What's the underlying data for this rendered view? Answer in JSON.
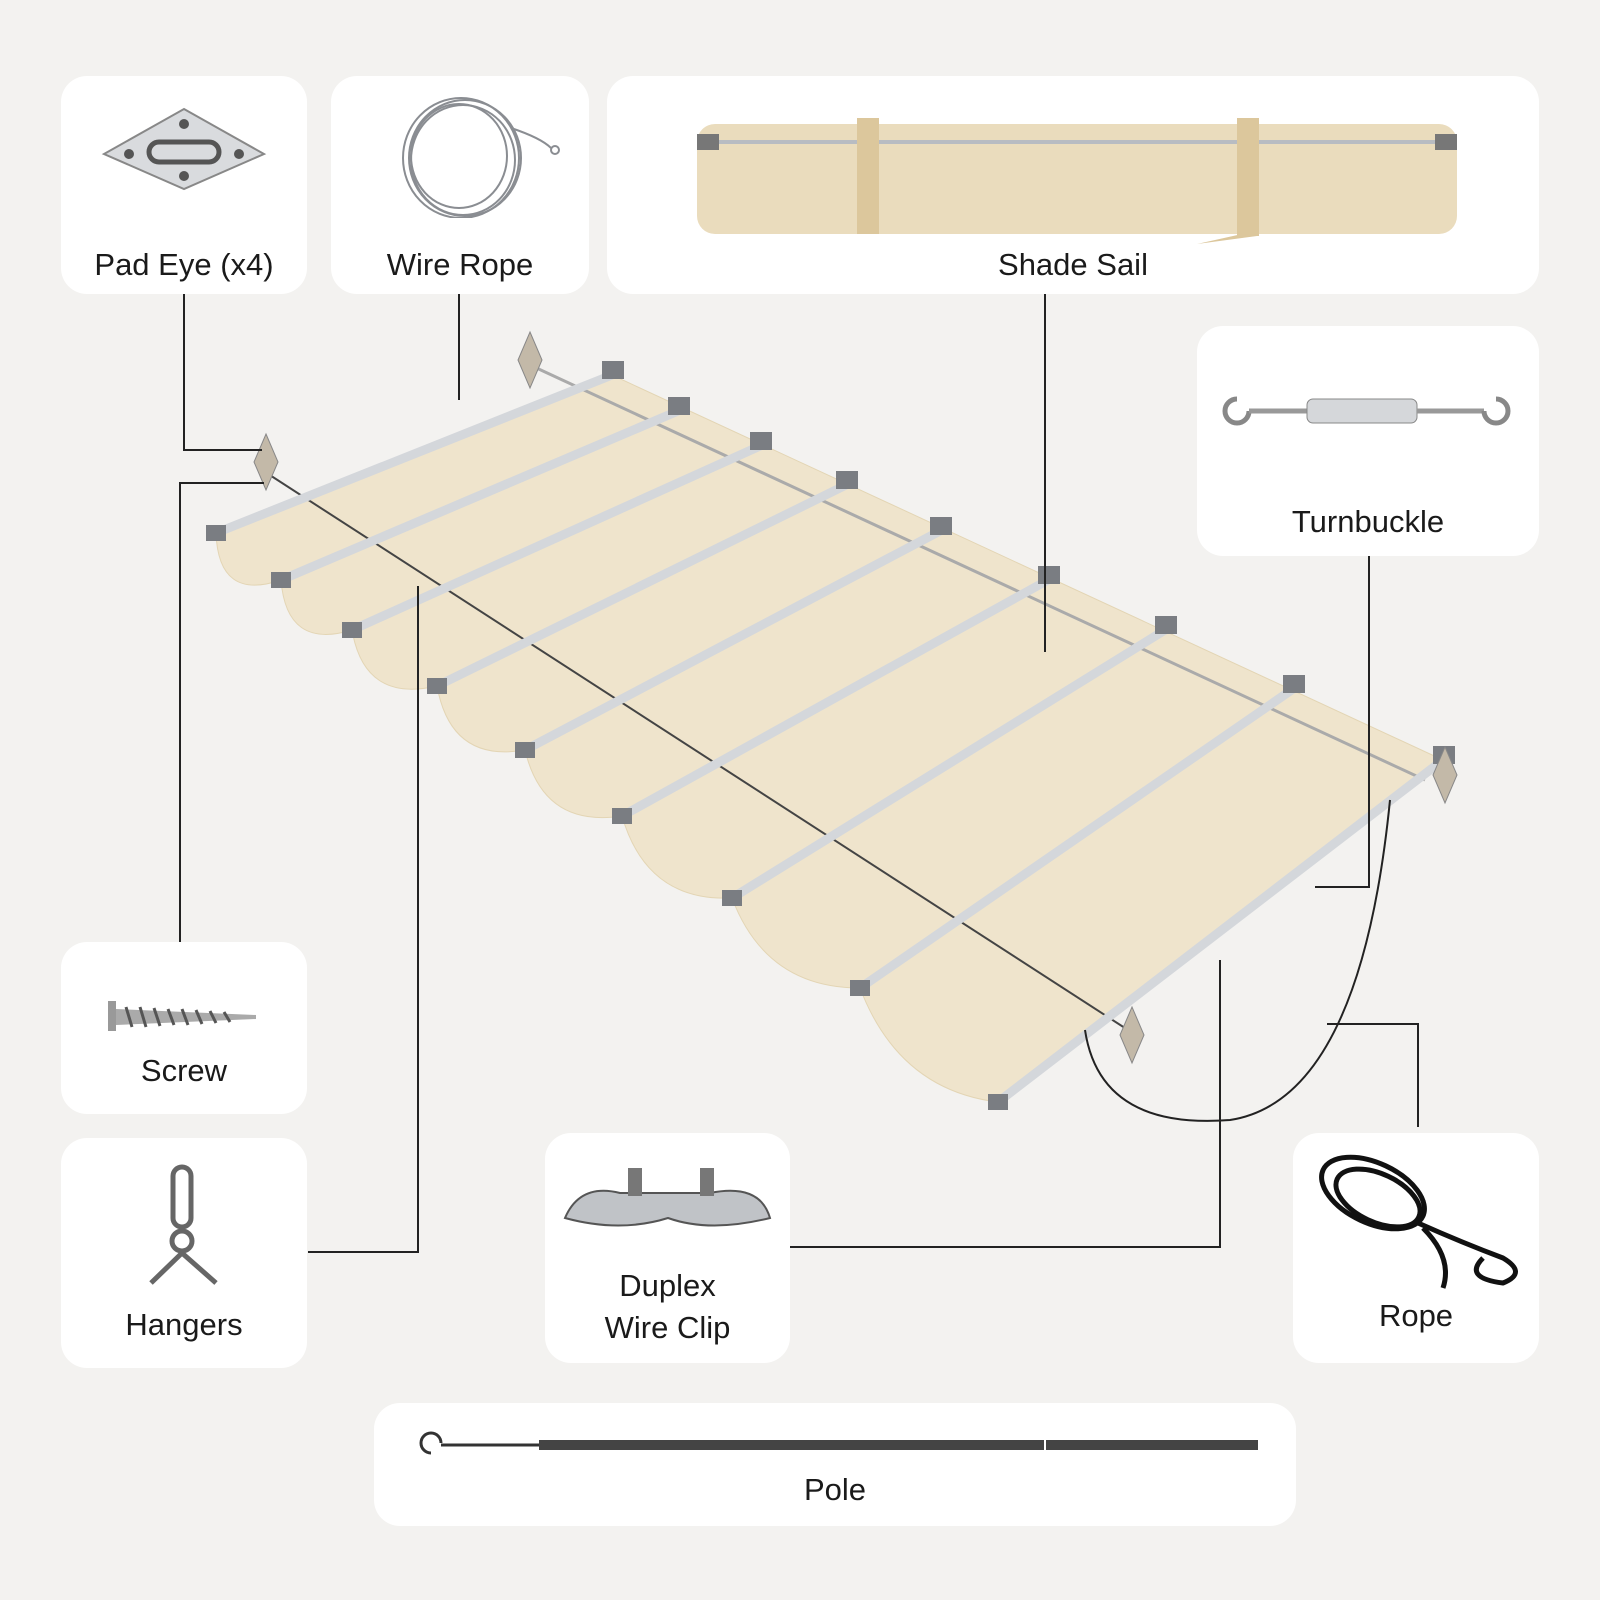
{
  "parts": {
    "pad_eye": "Pad Eye (x4)",
    "wire_rope": "Wire Rope",
    "shade_sail": "Shade Sail",
    "turnbuckle": "Turnbuckle",
    "screw": "Screw",
    "hangers": "Hangers",
    "duplex_line1": "Duplex",
    "duplex_line2": "Wire Clip",
    "rope": "Rope",
    "pole": "Pole"
  },
  "colors": {
    "background": "#f3f2f0",
    "card": "#ffffff",
    "fabric": "#efe4cc",
    "metal": "#c9ccd0",
    "line": "#222222"
  }
}
